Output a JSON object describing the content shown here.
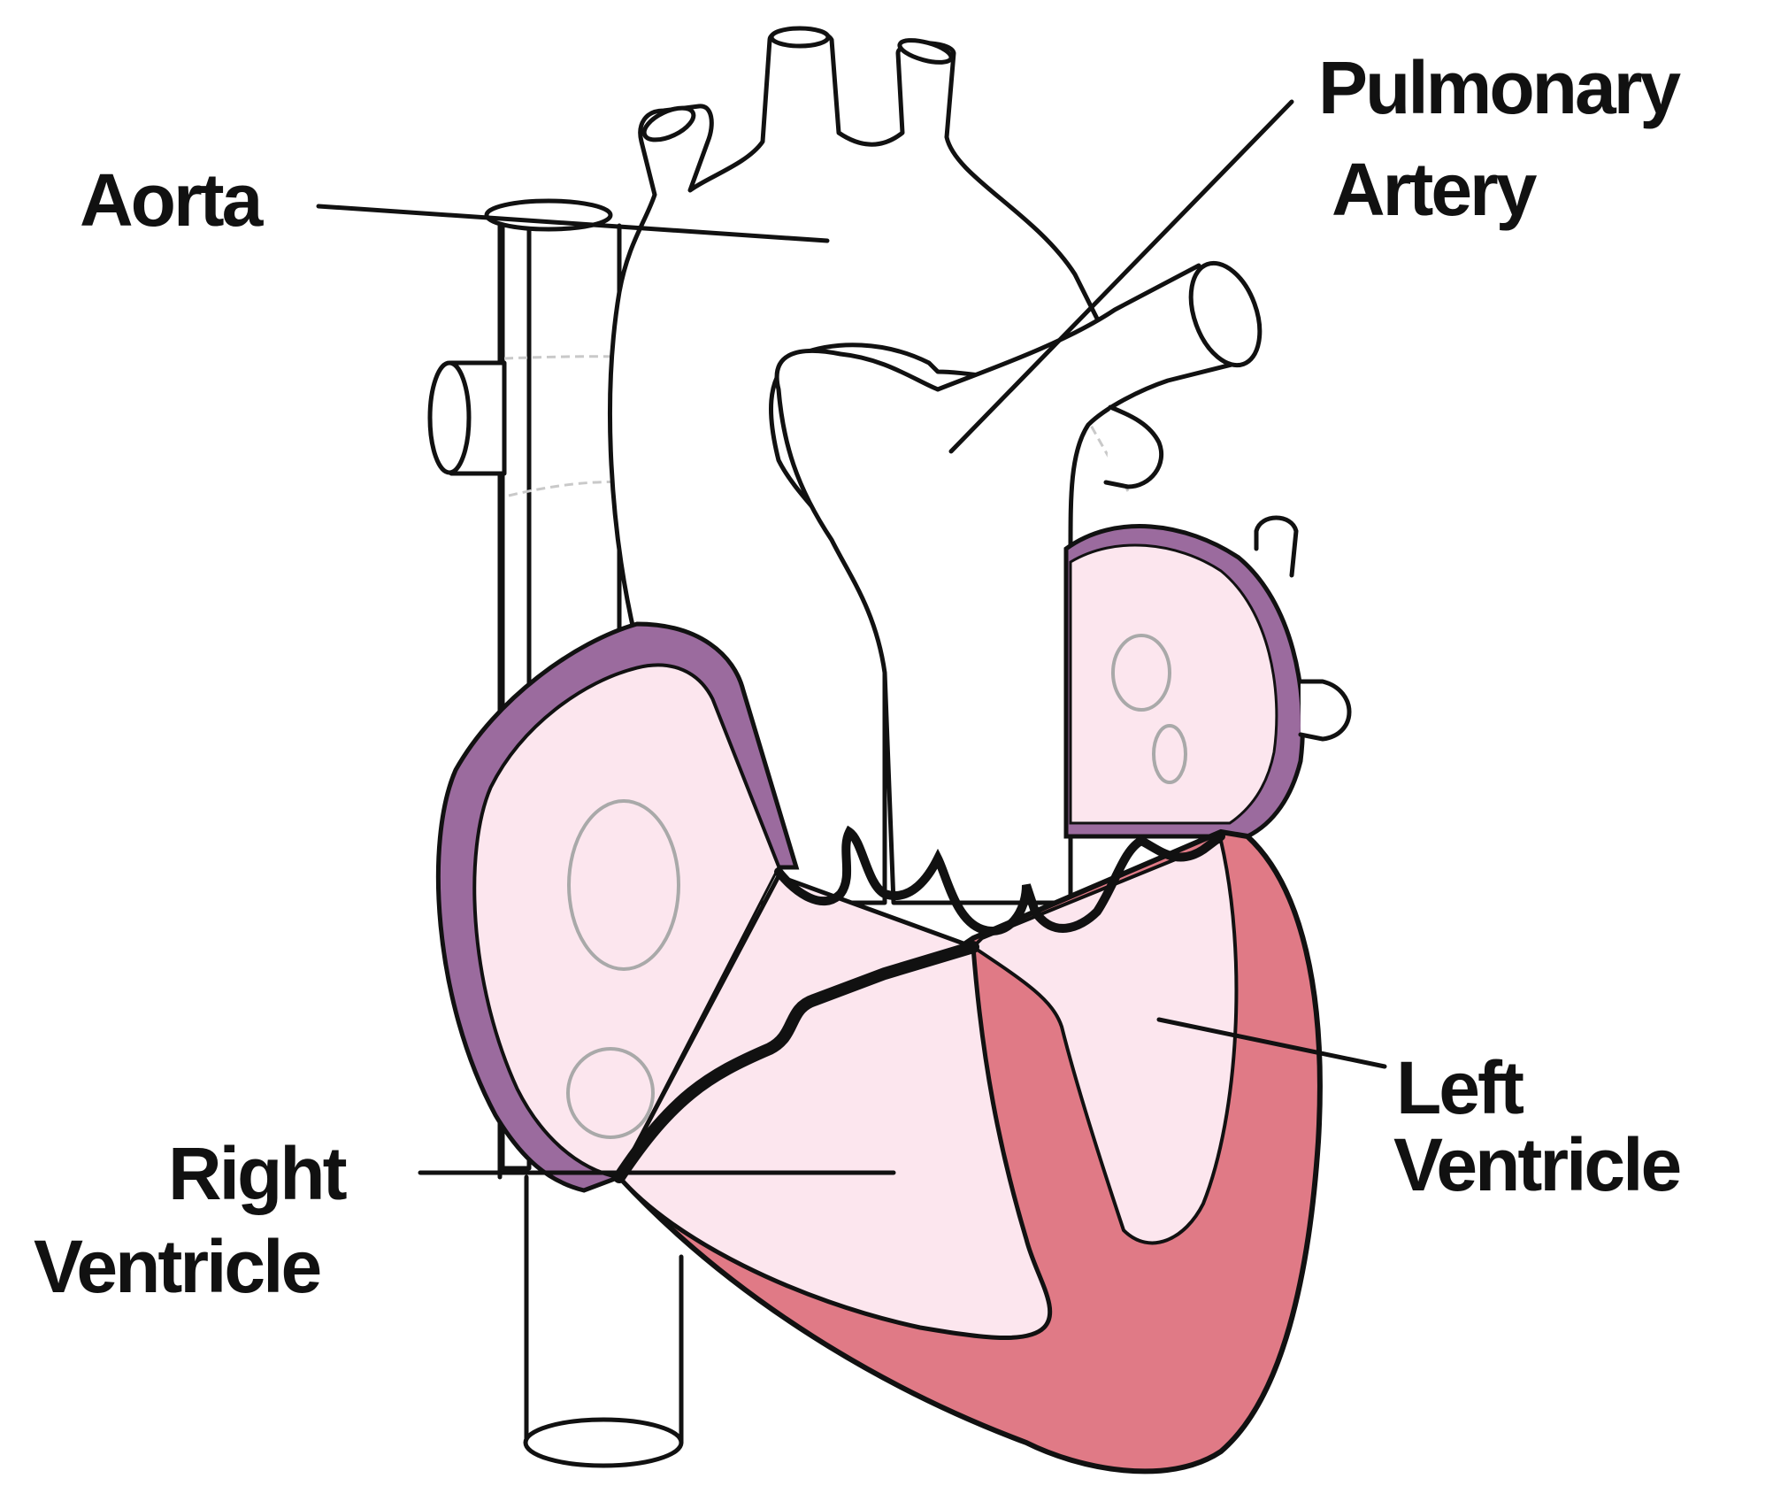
{
  "labels": {
    "aorta": "Aorta",
    "pulmonary_artery_line1": "Pulmonary",
    "pulmonary_artery_line2": "Artery",
    "left_ventricle_line1": "Left",
    "left_ventricle_line2": "Ventricle",
    "right_ventricle_line1": "Right",
    "right_ventricle_line2": "Ventricle"
  },
  "colors": {
    "atrium_wall": "#9b6b9e",
    "chamber_fill": "#fce6ee",
    "left_ventricle_wall": "#e07a86",
    "outline": "#111111",
    "background": "#ffffff"
  }
}
